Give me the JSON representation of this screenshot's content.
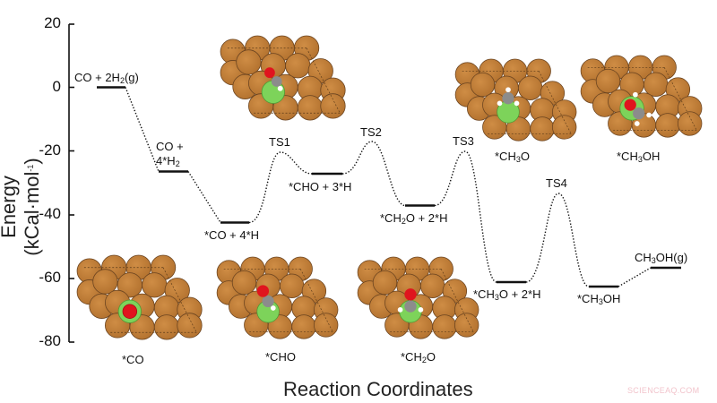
{
  "chart_data": {
    "type": "line",
    "subtype": "reaction-energy-profile",
    "title": "",
    "xlabel": "Reaction Coordinates",
    "ylabel": "Energy (kCal·mol⁻¹)",
    "ylim": [
      -80,
      20
    ],
    "yticks": [
      20,
      0,
      -20,
      -40,
      -60,
      -80
    ],
    "grid": false,
    "legend": null,
    "states": [
      {
        "label": "CO + 2H2(g)",
        "kind": "intermediate",
        "energy": 0
      },
      {
        "label": "CO + 4*H2",
        "kind": "intermediate",
        "energy": -26.5
      },
      {
        "label": "*CO + 4*H",
        "kind": "intermediate",
        "energy": -42.5
      },
      {
        "label": "TS1",
        "kind": "transition",
        "energy": -20.5
      },
      {
        "label": "*CHO + 3*H",
        "kind": "intermediate",
        "energy": -27.2
      },
      {
        "label": "TS2",
        "kind": "transition",
        "energy": -17
      },
      {
        "label": "*CH2O + 2*H",
        "kind": "intermediate",
        "energy": -37
      },
      {
        "label": "TS3",
        "kind": "transition",
        "energy": -20.3
      },
      {
        "label": "*CH3O + 2*H",
        "kind": "intermediate",
        "energy": -61.2
      },
      {
        "label": "TS4",
        "kind": "transition",
        "energy": -33.4
      },
      {
        "label": "*CH3OH",
        "kind": "intermediate",
        "energy": -62.7
      },
      {
        "label": "CH3OH(g)",
        "kind": "intermediate",
        "energy": -56.8
      }
    ],
    "annotations": {
      "structure_insets": [
        "*CO",
        "*CHO",
        "*CH2O",
        "*CH3O",
        "*CH3OH"
      ],
      "inset_colors": {
        "surface_atom": "#c17f3a",
        "adsorption_site": "#7dd35a",
        "oxygen": "#e0141e",
        "carbon": "#8c8c8c",
        "hydrogen": "#ffffff"
      }
    }
  },
  "axis": {
    "yticks": [
      "20",
      "0",
      "-20",
      "-40",
      "-60",
      "-80"
    ],
    "ylabel_main": "Energy (kCal·mol",
    "ylabel_sup": "-1",
    "ylabel_end": ")",
    "xlabel": "Reaction Coordinates"
  },
  "labels": {
    "s0_a": "CO + 2H",
    "s0_sub": "2",
    "s0_b": "(g)",
    "s1_line1": "CO +",
    "s1_a": "4*H",
    "s1_sub": "2",
    "s2": "*CO + 4*H",
    "ts1": "TS1",
    "s3": "*CHO + 3*H",
    "ts2": "TS2",
    "s4_a": "*CH",
    "s4_sub": "2",
    "s4_b": "O + 2*H",
    "ts3": "TS3",
    "s5_a": "*CH",
    "s5_sub": "3",
    "s5_b": "O + 2*H",
    "ts4": "TS4",
    "s6_a": "*CH",
    "s6_sub": "3",
    "s6_b": "OH",
    "s7_a": "CH",
    "s7_sub": "3",
    "s7_b": "OH(g)"
  },
  "insets": {
    "co": "*CO",
    "cho": "*CHO",
    "ch2o_a": "*CH",
    "ch2o_sub": "2",
    "ch2o_b": "O",
    "ch3o_a": "*CH",
    "ch3o_sub": "3",
    "ch3o_b": "O",
    "ch3oh_a": "*CH",
    "ch3oh_sub": "3",
    "ch3oh_b": "OH"
  },
  "watermark": "SCIENCEAQ.COM"
}
